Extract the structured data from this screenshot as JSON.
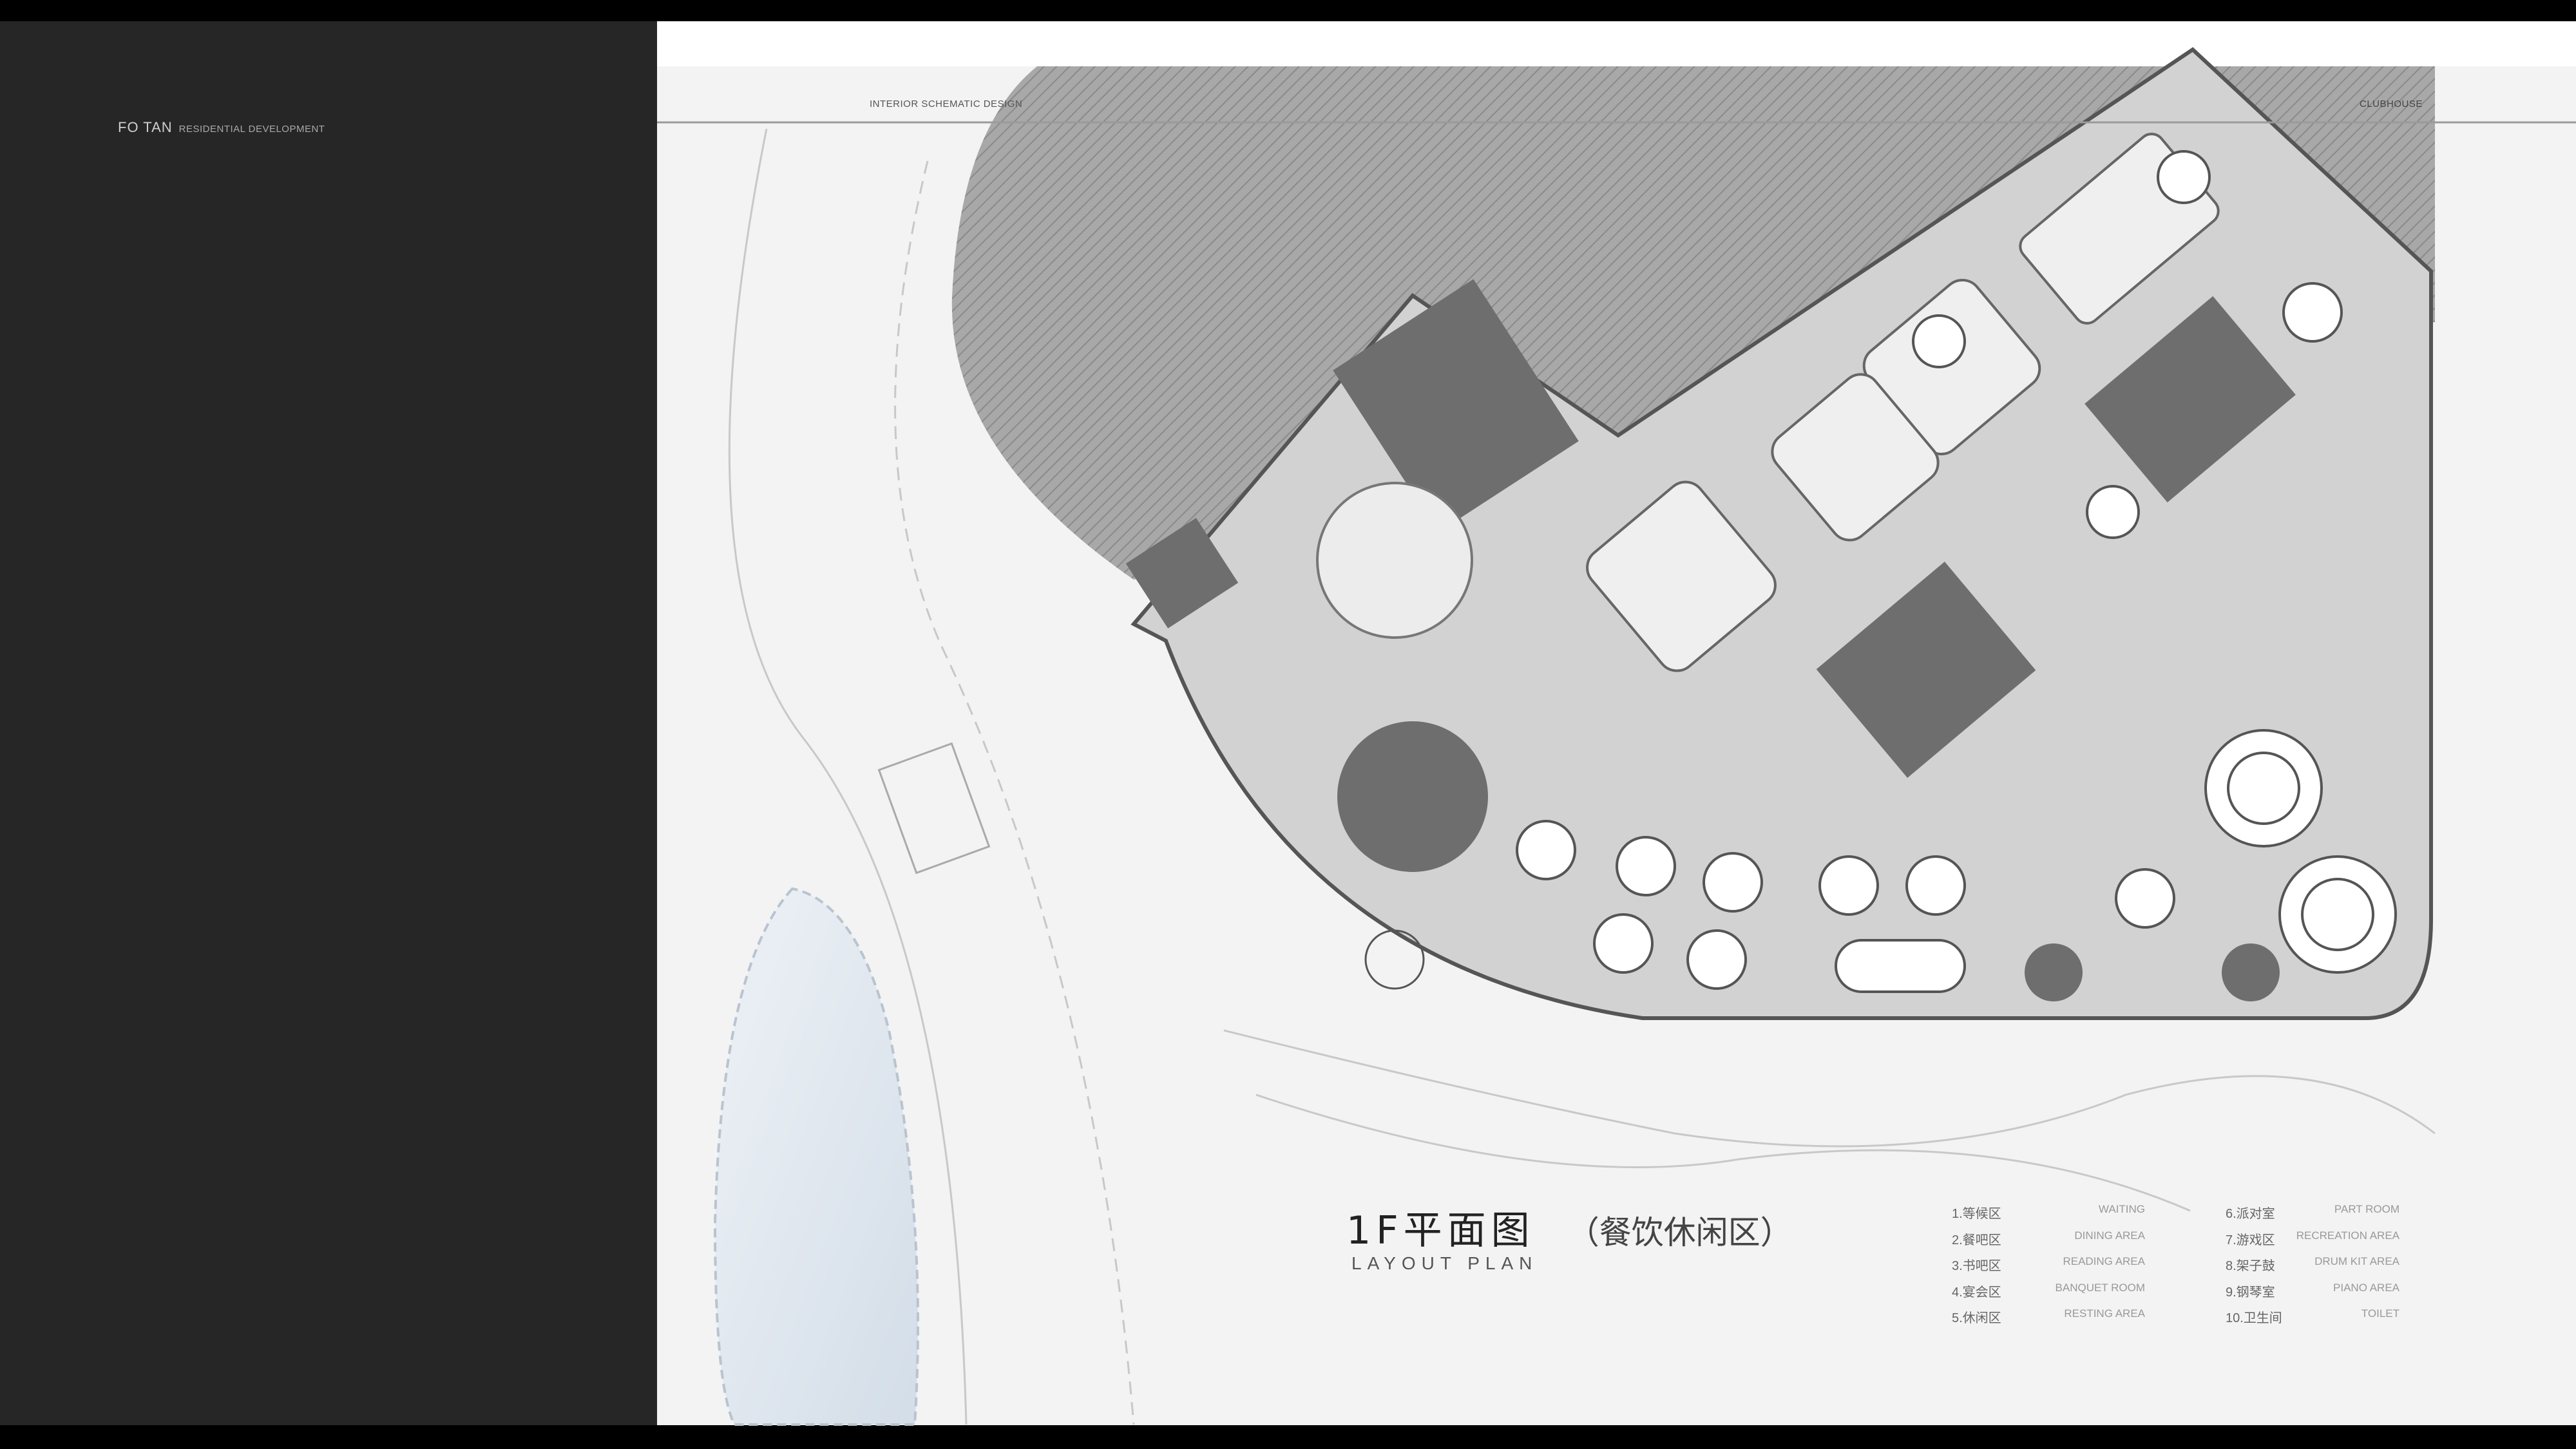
{
  "brand": {
    "name": "FO TAN",
    "tagline": "RESIDENTIAL DEVELOPMENT"
  },
  "header": {
    "section": "INTERIOR SCHEMATIC DESIGN",
    "building": "CLUBHOUSE"
  },
  "plan": {
    "title_cn": "1F平面图",
    "subtitle_cn": "（餐饮休闲区）",
    "title_en": "LAYOUT PLAN"
  },
  "legend": {
    "left": [
      {
        "cn": "1.等候区",
        "en": "WAITING"
      },
      {
        "cn": "2.餐吧区",
        "en": "DINING AREA"
      },
      {
        "cn": "3.书吧区",
        "en": "READING AREA"
      },
      {
        "cn": "4.宴会区",
        "en": "BANQUET ROOM"
      },
      {
        "cn": "5.休闲区",
        "en": "RESTING AREA"
      }
    ],
    "right": [
      {
        "cn": "6.派对室",
        "en": "PART ROOM"
      },
      {
        "cn": "7.游戏区",
        "en": "RECREATION AREA"
      },
      {
        "cn": "8.架子鼓",
        "en": "DRUM KIT AREA"
      },
      {
        "cn": "9.钢琴室",
        "en": "PIANO AREA"
      },
      {
        "cn": "10.卫生间",
        "en": "TOILET"
      }
    ]
  },
  "colors": {
    "panel": "#262626",
    "page": "#f3f3f3",
    "building": "#d2d2d2",
    "dark": "#6e6e6e",
    "water": "#dfe7ef"
  }
}
